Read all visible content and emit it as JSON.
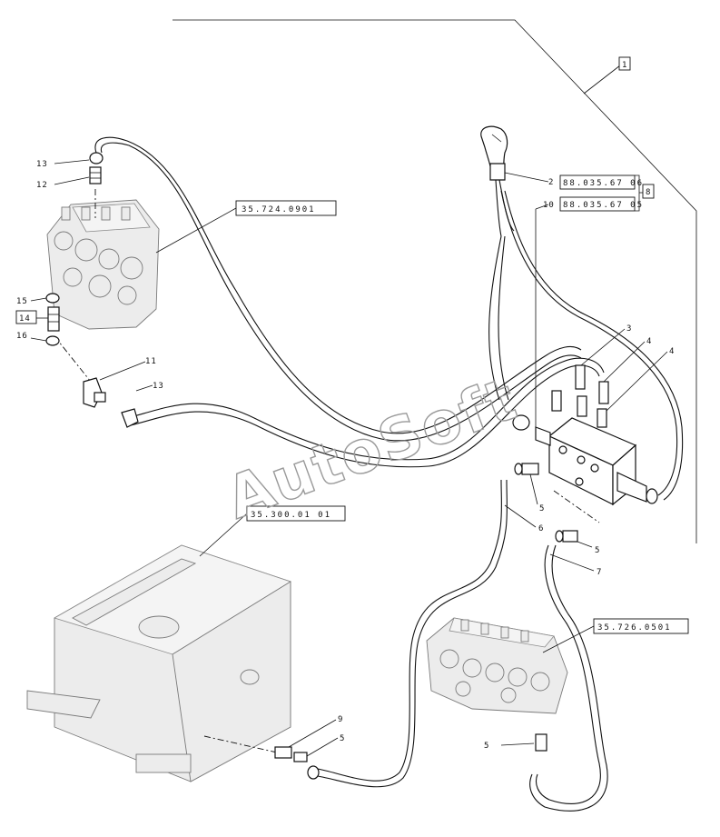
{
  "callouts": {
    "c1": "1",
    "c2": "2",
    "c3": "3",
    "c4a": "4",
    "c4b": "4",
    "c5a": "5",
    "c5b": "5",
    "c5c": "5",
    "c5d": "5",
    "c6": "6",
    "c7": "7",
    "c8": "8",
    "c9": "9",
    "c10": "10",
    "c11": "11",
    "c12": "12",
    "c13a": "13",
    "c13b": "13",
    "c14": "14",
    "c15": "15",
    "c16": "16"
  },
  "references": {
    "ref_valve_top": "35.724.0901",
    "ref_joystick_a": "88.035.67 06",
    "ref_joystick_b": "88.035.67 05",
    "ref_tank": "35.300.01 01",
    "ref_valve_bottom": "35.726.0501"
  },
  "watermark": "AutoSoft"
}
